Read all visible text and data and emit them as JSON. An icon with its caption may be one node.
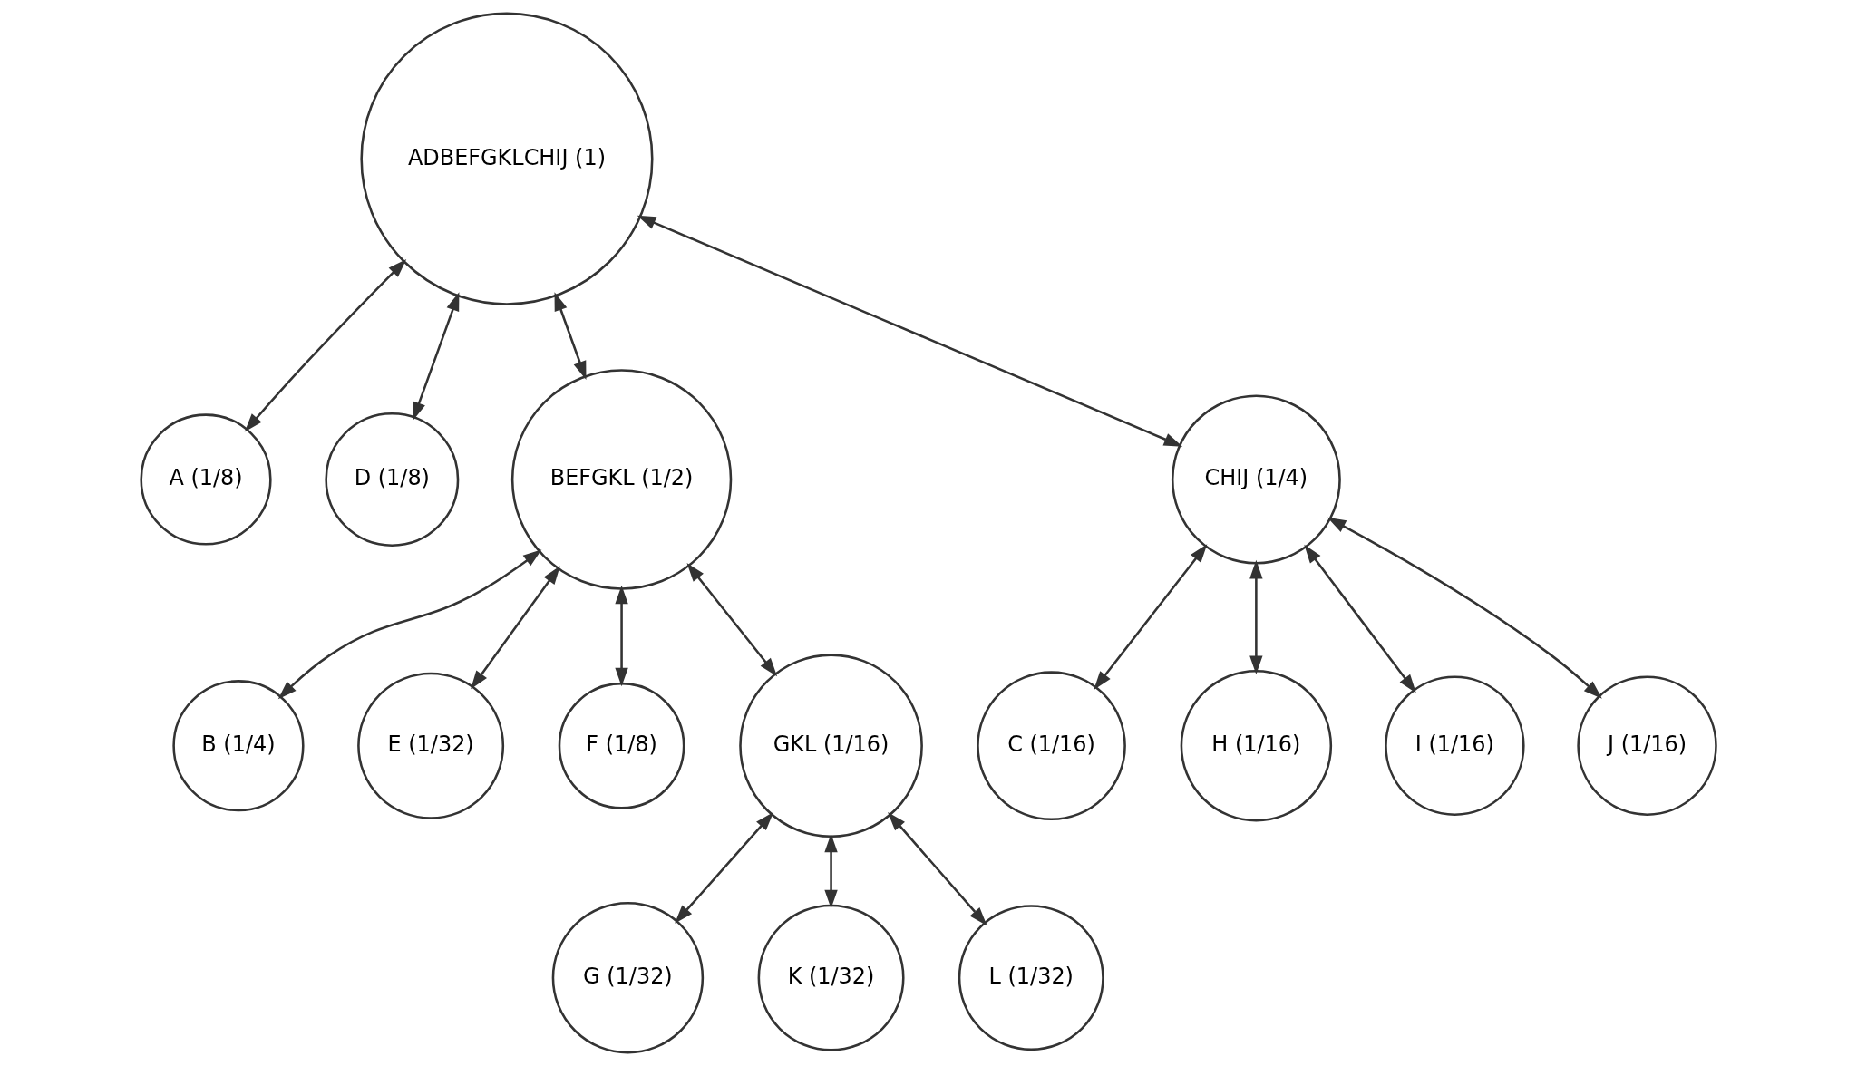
{
  "diagram": {
    "nodes": [
      {
        "text": [
          "ADBEFGKLCHIJ (1)"
        ]
      },
      {
        "text": [
          "A (1/8)"
        ]
      },
      {
        "text": [
          "D (1/8)"
        ]
      },
      {
        "text": [
          "BEFGKL (1/2)"
        ]
      },
      {
        "text": [
          "CHIJ (1/4)"
        ]
      },
      {
        "text": [
          "B (1/4)"
        ]
      },
      {
        "text": [
          "E (1/32)"
        ]
      },
      {
        "text": [
          "F (1/8)"
        ]
      },
      {
        "text": [
          "GKL (1/16)"
        ]
      },
      {
        "text": [
          "C (1/16)"
        ]
      },
      {
        "text": [
          "H (1/16)"
        ]
      },
      {
        "text": [
          "I (1/16)"
        ]
      },
      {
        "text": [
          "J (1/16)"
        ]
      },
      {
        "text": [
          "G (1/32)"
        ]
      },
      {
        "text": [
          "K (1/32)"
        ]
      },
      {
        "text": [
          "L (1/32)"
        ]
      }
    ],
    "edges": [
      {
        "from": 0,
        "to": 1,
        "arrow": "both"
      },
      {
        "from": 0,
        "to": 2,
        "arrow": "both"
      },
      {
        "from": 0,
        "to": 3,
        "arrow": "both"
      },
      {
        "from": 0,
        "to": 4,
        "arrow": "both"
      },
      {
        "from": 3,
        "to": 5,
        "arrow": "both"
      },
      {
        "from": 3,
        "to": 6,
        "arrow": "both"
      },
      {
        "from": 3,
        "to": 7,
        "arrow": "both"
      },
      {
        "from": 3,
        "to": 8,
        "arrow": "both"
      },
      {
        "from": 4,
        "to": 9,
        "arrow": "both"
      },
      {
        "from": 4,
        "to": 10,
        "arrow": "both"
      },
      {
        "from": 4,
        "to": 11,
        "arrow": "both"
      },
      {
        "from": 4,
        "to": 12,
        "arrow": "both"
      },
      {
        "from": 8,
        "to": 13,
        "arrow": "both"
      },
      {
        "from": 8,
        "to": 14,
        "arrow": "both"
      },
      {
        "from": 8,
        "to": 15,
        "arrow": "both"
      }
    ]
  }
}
